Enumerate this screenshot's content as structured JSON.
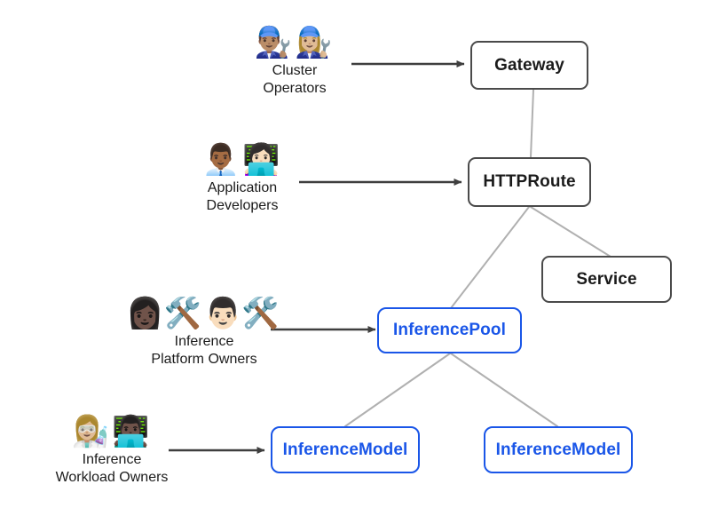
{
  "diagram": {
    "title": "Gateway API Inference Extension personas and resources",
    "background_color": "#ffffff",
    "edge_color": "#b0b0b0",
    "arrow_color": "#3f3f3f",
    "core_border_color": "#4a4a4a",
    "inference_color": "#1a56e8"
  },
  "personas": [
    {
      "id": "cluster-operators",
      "emoji": "👨🏽‍🔧👩🏼‍🔧",
      "emoji_names": "man-mechanic-icon woman-mechanic-icon",
      "line1": "Cluster",
      "line2": "Operators",
      "target": "Gateway"
    },
    {
      "id": "application-developers",
      "emoji": "👨🏾‍💼👩🏻‍💻",
      "emoji_names": "man-office-worker-icon woman-technologist-icon",
      "line1": "Application",
      "line2": "Developers",
      "target": "HTTPRoute"
    },
    {
      "id": "inference-platform-owners",
      "emoji": "👩🏿‍🛠️👨🏻‍🛠️",
      "emoji_names": "woman-construction-worker-icon man-construction-worker-icon",
      "line1": "Inference",
      "line2": "Platform Owners",
      "target": "InferencePool"
    },
    {
      "id": "inference-workload-owners",
      "emoji": "👩🏼‍🔬👨🏿‍💻",
      "emoji_names": "woman-scientist-icon man-technologist-icon",
      "line1": "Inference",
      "line2": "Workload Owners",
      "target": "InferenceModel"
    }
  ],
  "nodes": [
    {
      "id": "gateway",
      "label": "Gateway",
      "kind": "core"
    },
    {
      "id": "httproute",
      "label": "HTTPRoute",
      "kind": "core"
    },
    {
      "id": "service",
      "label": "Service",
      "kind": "core"
    },
    {
      "id": "inferencepool",
      "label": "InferencePool",
      "kind": "inference"
    },
    {
      "id": "inferencemodel-left",
      "label": "InferenceModel",
      "kind": "inference"
    },
    {
      "id": "inferencemodel-right",
      "label": "InferenceModel",
      "kind": "inference"
    }
  ],
  "edges": [
    {
      "from": "gateway",
      "to": "httproute",
      "style": "plain"
    },
    {
      "from": "httproute",
      "to": "inferencepool",
      "style": "plain"
    },
    {
      "from": "httproute",
      "to": "service",
      "style": "plain"
    },
    {
      "from": "inferencepool",
      "to": "inferencemodel-left",
      "style": "plain"
    },
    {
      "from": "inferencepool",
      "to": "inferencemodel-right",
      "style": "plain"
    }
  ],
  "arrows": [
    {
      "from": "cluster-operators",
      "to": "gateway"
    },
    {
      "from": "application-developers",
      "to": "httproute"
    },
    {
      "from": "inference-platform-owners",
      "to": "inferencepool"
    },
    {
      "from": "inference-workload-owners",
      "to": "inferencemodel-left"
    }
  ]
}
